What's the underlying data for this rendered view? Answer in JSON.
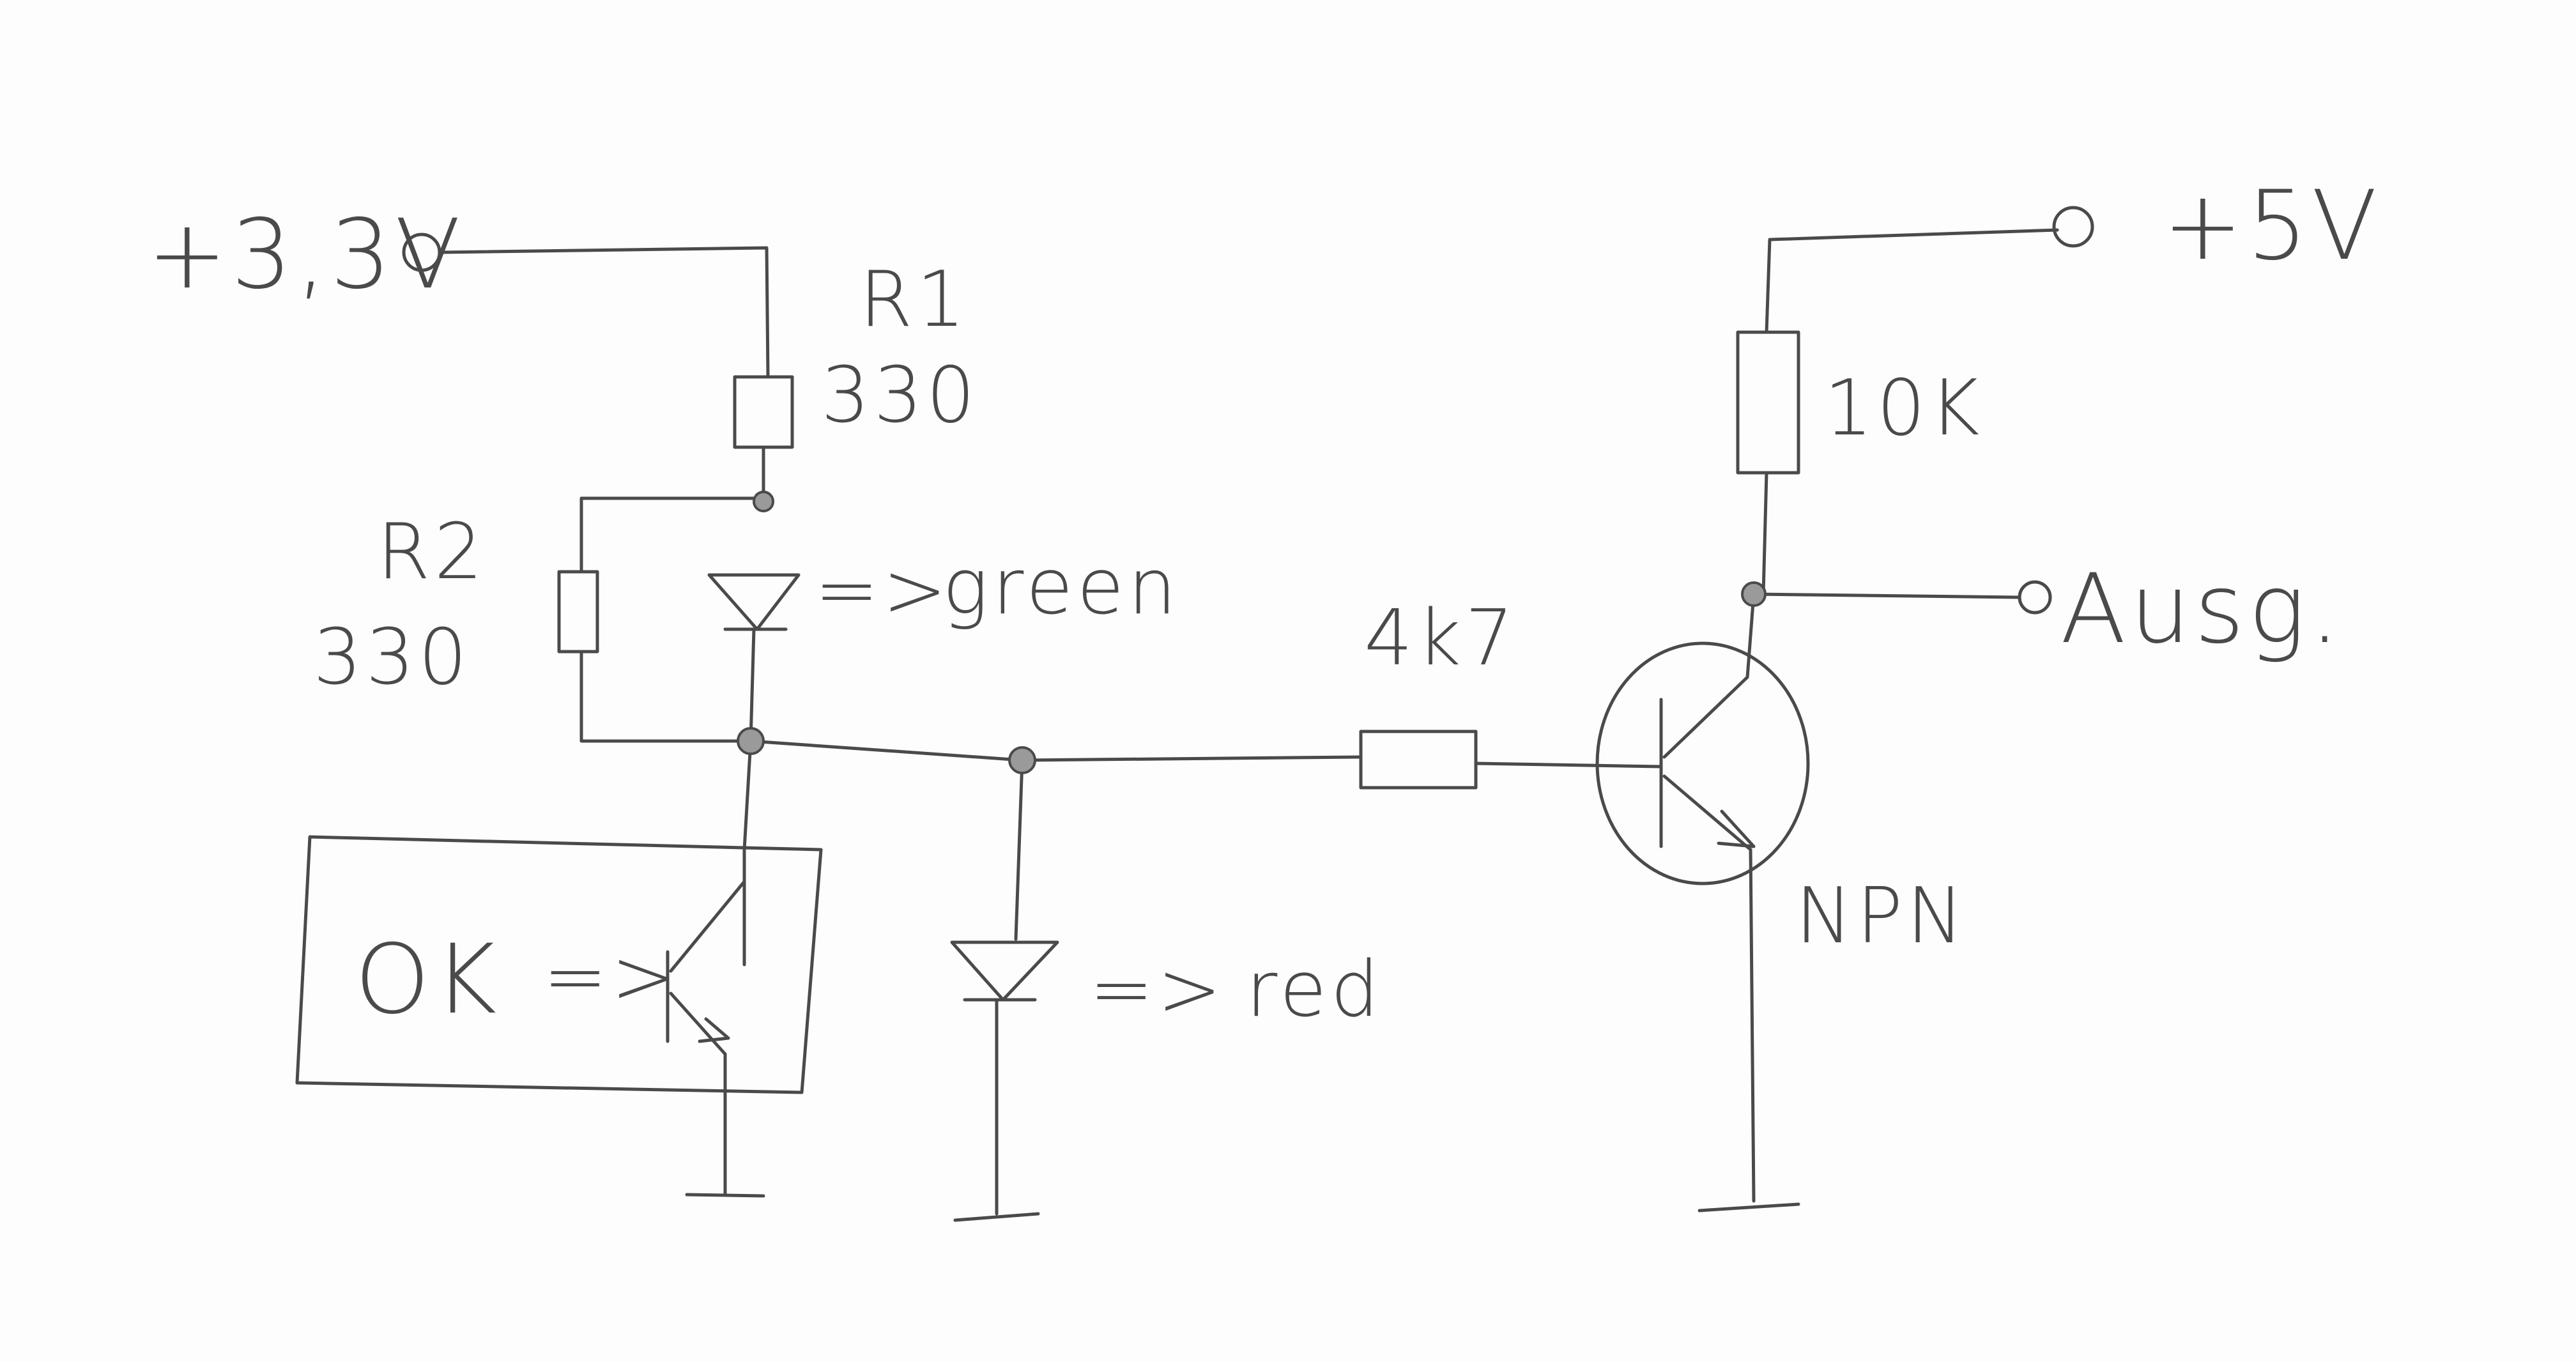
{
  "labels": {
    "v33": "+3,3V",
    "v5": "+5V",
    "r1_name": "R1",
    "r1_value": "330",
    "r2_name": "R2",
    "r2_value": "330",
    "r3_value": "10K",
    "r4_value": "4k7",
    "led_green": "green",
    "led_red": "red",
    "ok": "OK",
    "out": "Ausg.",
    "npn": "NPN",
    "arrow": "=>"
  },
  "colors": {
    "ink": "#4a4a4a",
    "paper": "#fdfdfd"
  }
}
